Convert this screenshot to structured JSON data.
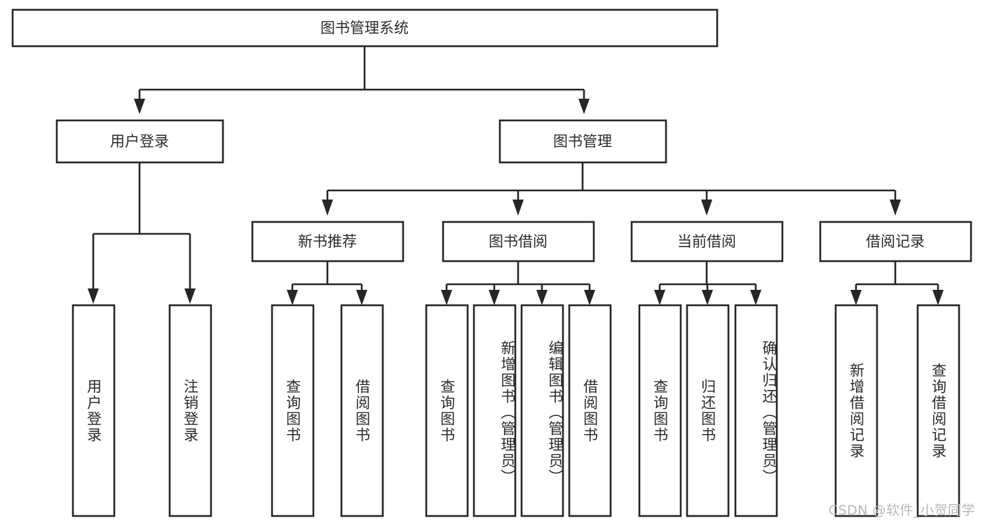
{
  "diagram": {
    "title": "图书管理系统",
    "type": "tree",
    "orientation": "top-down",
    "colors": {
      "stroke": "#262626",
      "node_fill": "#ffffff",
      "text": "#2b2b2b",
      "background": "#ffffff",
      "watermark": "#b8b8b8"
    },
    "root": {
      "id": "root",
      "label": "图书管理系统",
      "orientation": "horizontal"
    },
    "level2": [
      {
        "id": "user-login",
        "label": "用户登录",
        "orientation": "horizontal"
      },
      {
        "id": "book-manage",
        "label": "图书管理",
        "orientation": "horizontal"
      }
    ],
    "level3": [
      {
        "id": "new-book-recommend",
        "label": "新书推荐",
        "orientation": "horizontal",
        "parent": "book-manage"
      },
      {
        "id": "book-borrow",
        "label": "图书借阅",
        "orientation": "horizontal",
        "parent": "book-manage"
      },
      {
        "id": "current-borrow",
        "label": "当前借阅",
        "orientation": "horizontal",
        "parent": "book-manage"
      },
      {
        "id": "borrow-record",
        "label": "借阅记录",
        "orientation": "horizontal",
        "parent": "book-manage"
      }
    ],
    "leaves": [
      {
        "id": "leaf-user-login",
        "label": "用户登录",
        "orientation": "vertical",
        "parent": "user-login"
      },
      {
        "id": "leaf-logout-login",
        "label": "注销登录",
        "orientation": "vertical",
        "parent": "user-login"
      },
      {
        "id": "leaf-query-book-1",
        "label": "查询图书",
        "orientation": "vertical",
        "parent": "new-book-recommend"
      },
      {
        "id": "leaf-borrow-book-1",
        "label": "借阅图书",
        "orientation": "vertical",
        "parent": "new-book-recommend"
      },
      {
        "id": "leaf-query-book-2",
        "label": "查询图书",
        "orientation": "vertical",
        "parent": "book-borrow"
      },
      {
        "id": "leaf-add-book",
        "label": "新增图书（管理员）",
        "orientation": "vertical",
        "parent": "book-borrow"
      },
      {
        "id": "leaf-edit-book",
        "label": "编辑图书（管理员）",
        "orientation": "vertical",
        "parent": "book-borrow"
      },
      {
        "id": "leaf-borrow-book-2",
        "label": "借阅图书",
        "orientation": "vertical",
        "parent": "book-borrow"
      },
      {
        "id": "leaf-query-book-3",
        "label": "查询图书",
        "orientation": "vertical",
        "parent": "current-borrow"
      },
      {
        "id": "leaf-return-book",
        "label": "归还图书",
        "orientation": "vertical",
        "parent": "current-borrow"
      },
      {
        "id": "leaf-confirm-return",
        "label": "确认归还（管理员）",
        "orientation": "vertical",
        "parent": "current-borrow"
      },
      {
        "id": "leaf-add-record",
        "label": "新增借阅记录",
        "orientation": "vertical",
        "parent": "borrow-record"
      },
      {
        "id": "leaf-query-record",
        "label": "查询借阅记录",
        "orientation": "vertical",
        "parent": "borrow-record"
      }
    ]
  },
  "watermark": {
    "text": "CSDN @软件_小贺同学"
  }
}
